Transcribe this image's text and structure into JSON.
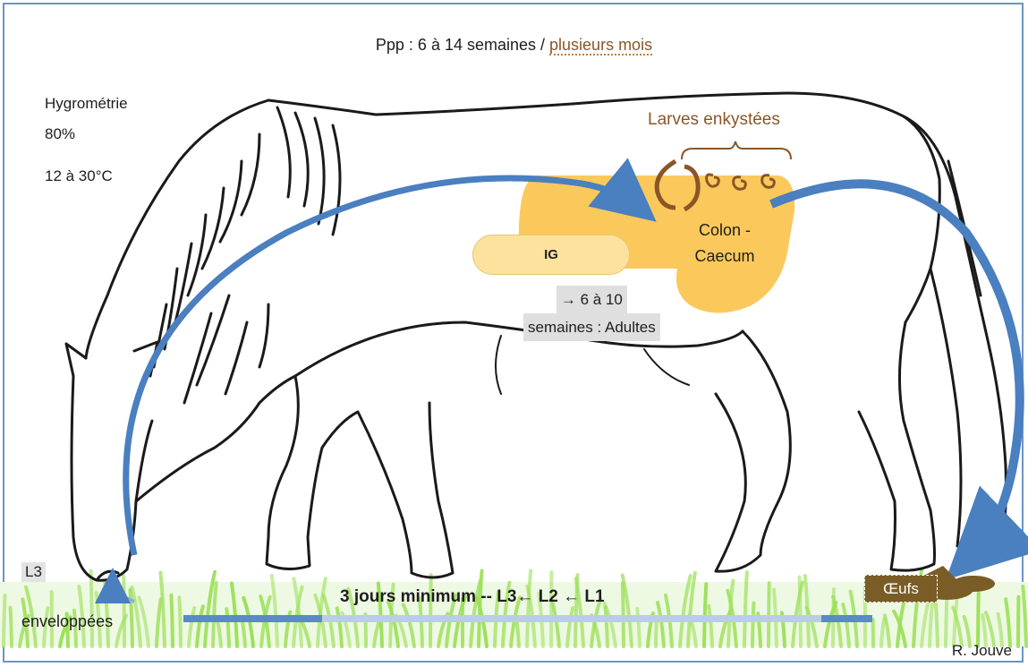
{
  "header": {
    "ppp_prefix": "Ppp : 6 à 14 semaines / ",
    "ppp_highlight": "plusieurs mois"
  },
  "conditions": {
    "hygrometry_label": "Hygrométrie",
    "hygrometry_value": "80%",
    "temperature": "12 à 30°C"
  },
  "organs": {
    "larvae_label": "Larves enkystées",
    "colon_line1": "Colon -",
    "colon_line2": "Caecum",
    "ig_label": "IG",
    "duration_line1": "→ 6 à 10",
    "duration_line2": "semaines : Adultes"
  },
  "ground": {
    "l3_label": "L3",
    "enveloped_label": "enveloppées",
    "development": "3 jours minimum  --  L3← L2 ← L1",
    "eggs_label": "Œufs"
  },
  "credit": "R. Jouve",
  "colors": {
    "arrow_blue": "#4a7fc0",
    "organ_yellow": "#fbc95b",
    "larva_brown": "#8a5628",
    "grass_green": "#9de05a",
    "egg_brown": "#7a5c26"
  },
  "icons": [
    "horse-outline",
    "cycle-arrows-icon",
    "larva-spiral-icon",
    "grass-strip",
    "dung-pile"
  ]
}
